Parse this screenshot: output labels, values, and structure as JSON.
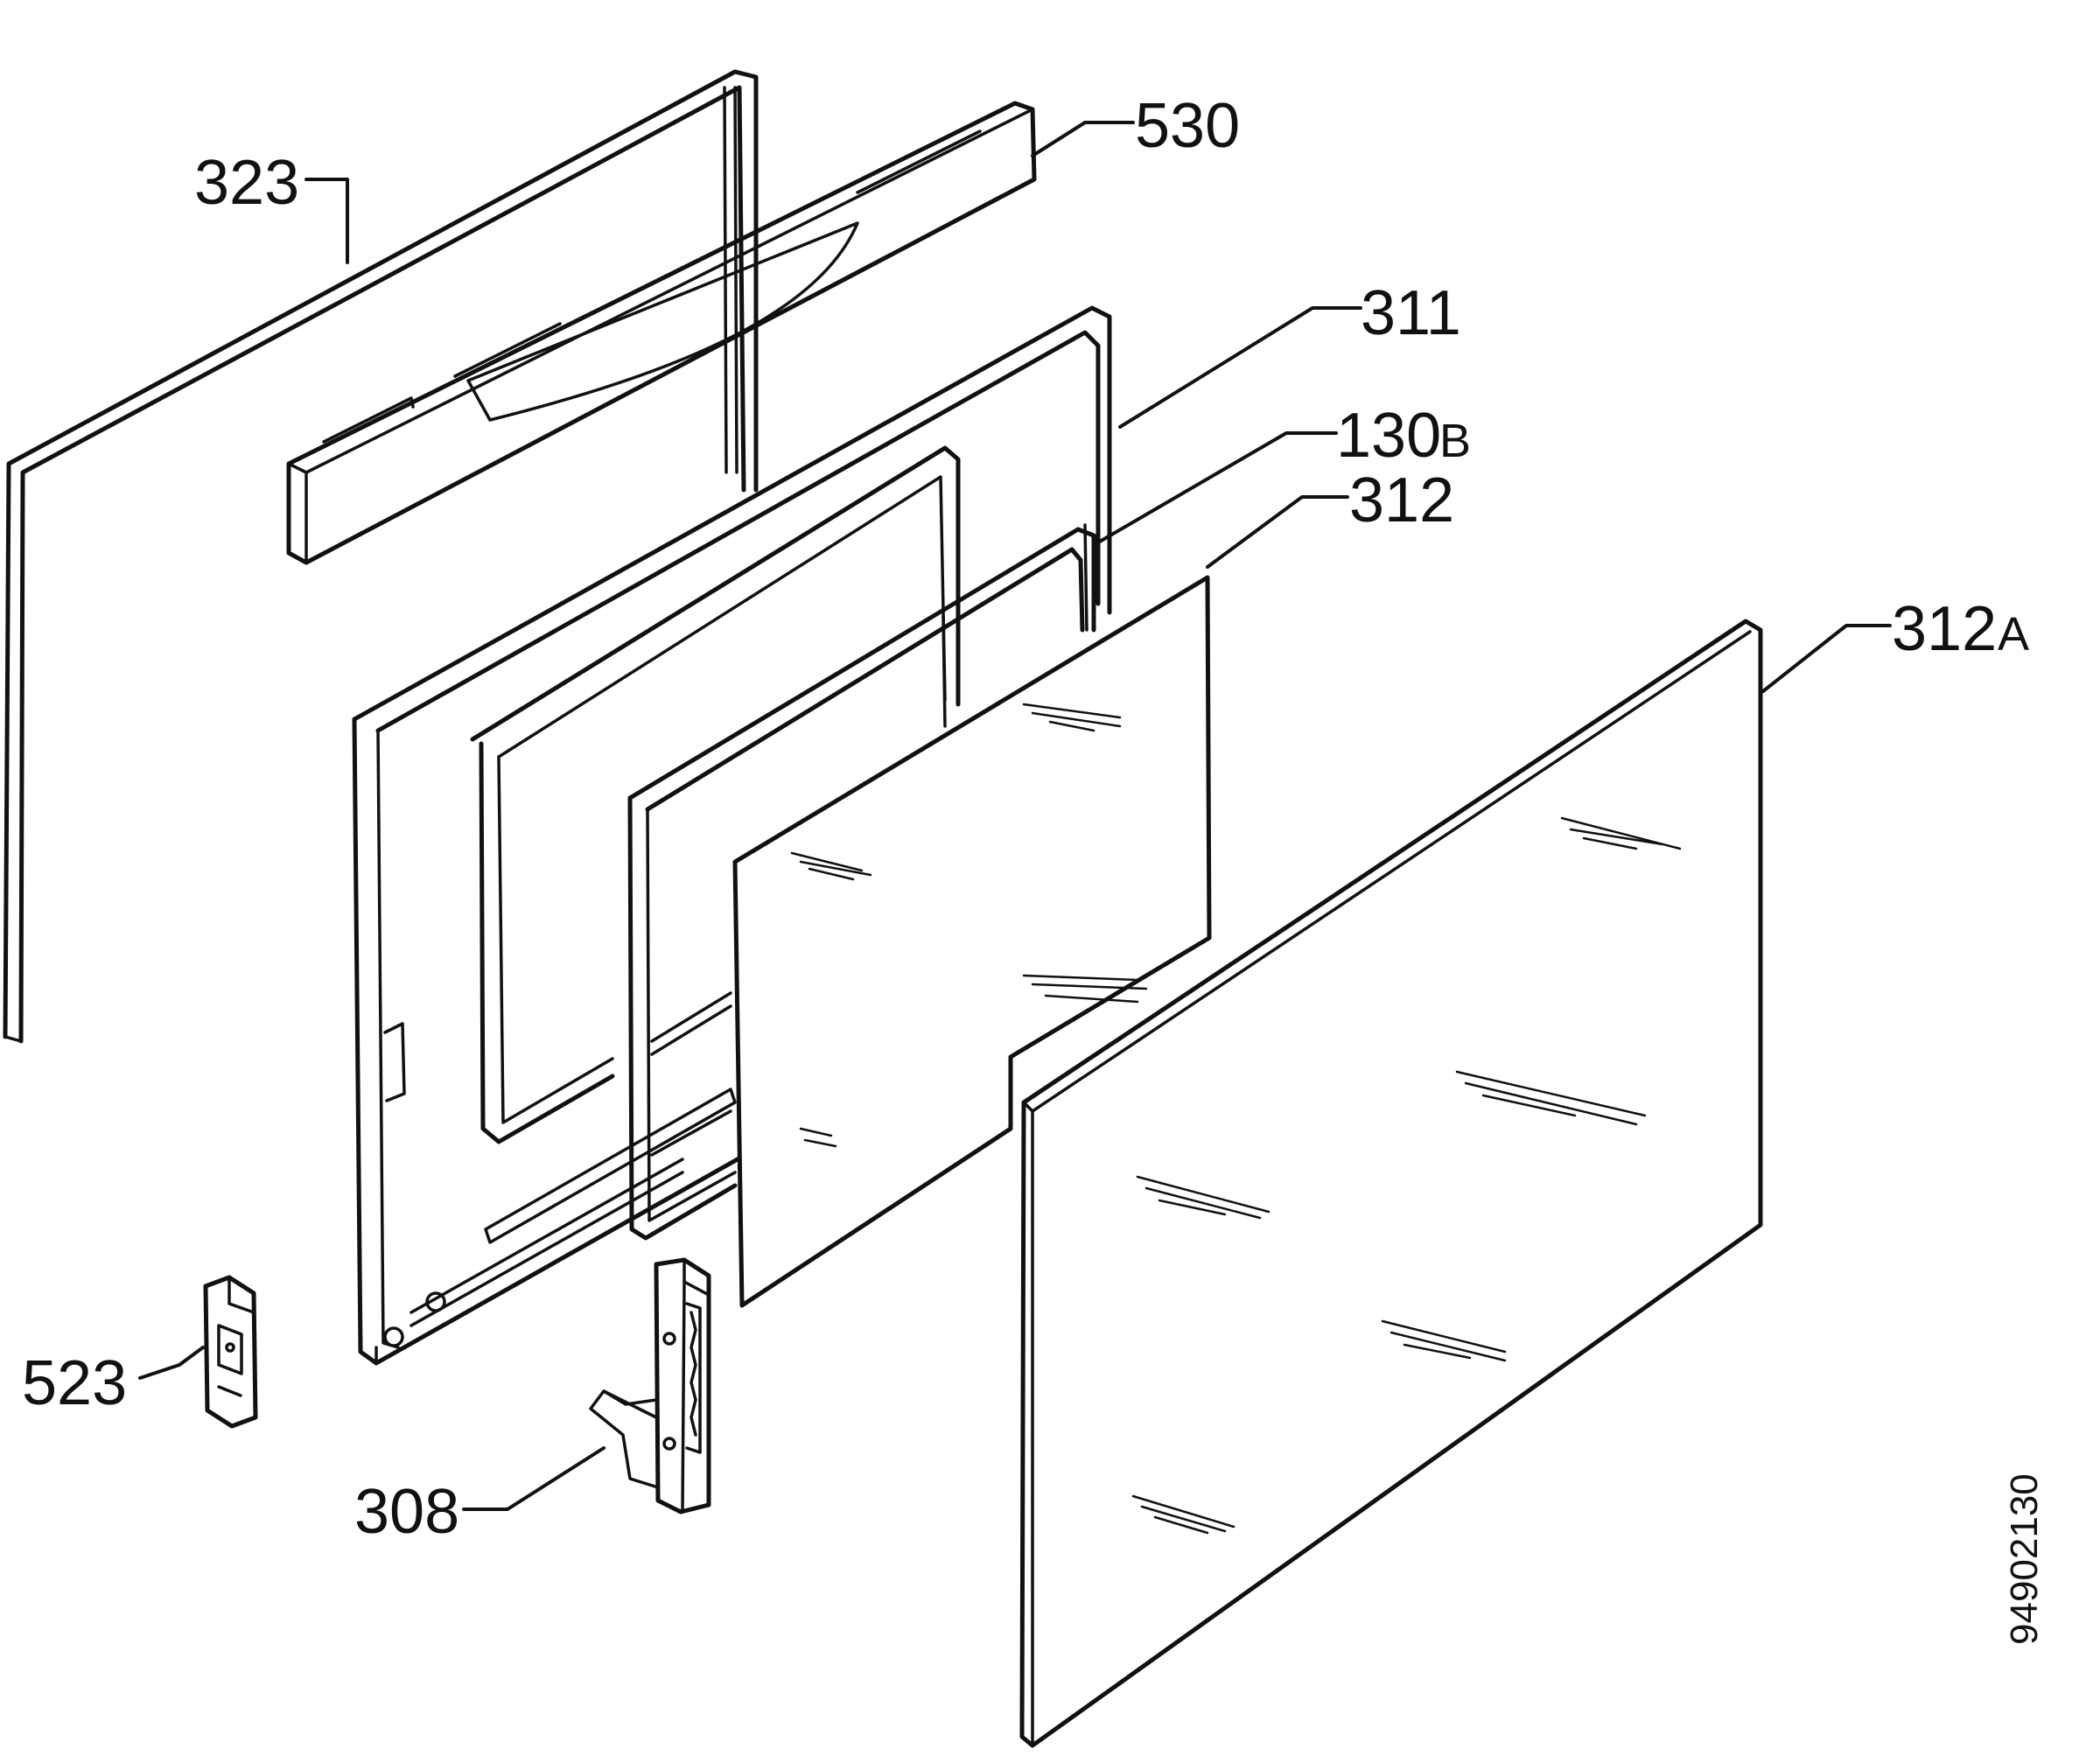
{
  "parts": [
    {
      "id": "323",
      "label": "323",
      "suffix": ""
    },
    {
      "id": "530",
      "label": "530",
      "suffix": ""
    },
    {
      "id": "311",
      "label": "311",
      "suffix": ""
    },
    {
      "id": "130b",
      "label": "130",
      "suffix": "B"
    },
    {
      "id": "312",
      "label": "312",
      "suffix": ""
    },
    {
      "id": "312a",
      "label": "312",
      "suffix": "A"
    },
    {
      "id": "523",
      "label": "523",
      "suffix": ""
    },
    {
      "id": "308",
      "label": "308",
      "suffix": ""
    }
  ],
  "drawing_number": "94902130"
}
